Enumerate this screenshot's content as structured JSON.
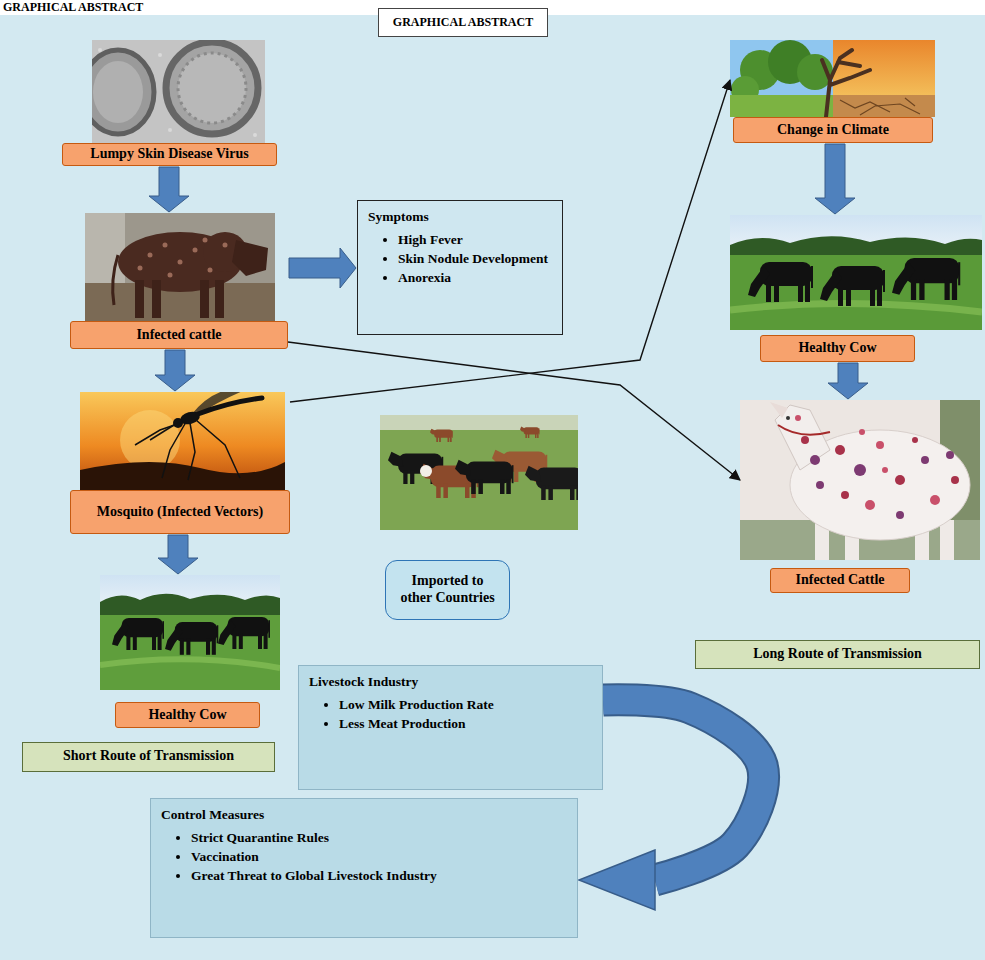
{
  "diagram": {
    "title": "GRAPHICAL ABSTRACT",
    "nodes": [
      {
        "text": [
          "Lumpy Skin Disease Virus"
        ]
      },
      {
        "text": [
          "Infected cattle"
        ]
      },
      {
        "text": [
          "Symptoms",
          "High Fever",
          "Skin Nodule Development",
          "Anorexia"
        ]
      },
      {
        "text": [
          "Mosquito (Infected Vectors)"
        ]
      },
      {
        "text": [
          "Healthy Cow"
        ]
      },
      {
        "text": [
          "Short Route of Transmission"
        ]
      },
      {
        "text": [
          "Change in Climate"
        ]
      },
      {
        "text": [
          "Healthy Cow"
        ]
      },
      {
        "text": [
          "Infected Cattle"
        ]
      },
      {
        "text": [
          "Long Route of Transmission"
        ]
      },
      {
        "text": [
          "Imported to other Countries"
        ]
      },
      {
        "text": [
          "Livestock Industry",
          "Low Milk Production Rate",
          "Less Meat Production"
        ]
      },
      {
        "text": [
          "Control Measures",
          "Strict Quarantine Rules",
          "Vaccination",
          "Great Threat to Global Livestock Industry"
        ]
      }
    ],
    "edges": [
      {
        "from": 0,
        "to": 1,
        "arrow": "to"
      },
      {
        "from": 1,
        "to": 2,
        "arrow": "to"
      },
      {
        "from": 1,
        "to": 3,
        "arrow": "to"
      },
      {
        "from": 3,
        "to": 4,
        "arrow": "to"
      },
      {
        "from": 3,
        "to": 6,
        "arrow": "to"
      },
      {
        "from": 1,
        "to": 8,
        "arrow": "to"
      },
      {
        "from": 6,
        "to": 7,
        "arrow": "to"
      },
      {
        "from": 7,
        "to": 8,
        "arrow": "to"
      },
      {
        "from": 11,
        "to": 12,
        "arrow": "to"
      }
    ],
    "labels": [
      "GRAPHICAL ABSTRACT"
    ]
  }
}
